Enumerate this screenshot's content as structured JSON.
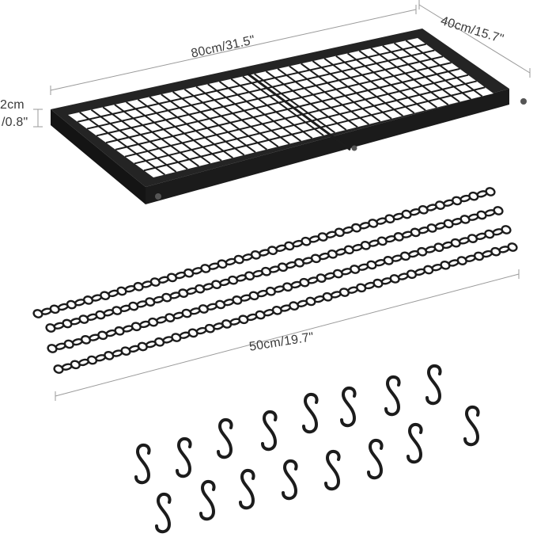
{
  "image": {
    "subject": "ceiling pot rack",
    "colors": {
      "metal": "#1c1c1c",
      "dimension_line": "#9a9a9a",
      "background": "#ffffff"
    }
  },
  "dimensions": {
    "width": "80cm/31.5\"",
    "depth": "40cm/15.7\"",
    "height_cm": "2cm",
    "height_in": "/0.8\"",
    "chain_length": "50cm/19.7\""
  },
  "parts": {
    "chains": 4,
    "s_hooks": 16
  }
}
